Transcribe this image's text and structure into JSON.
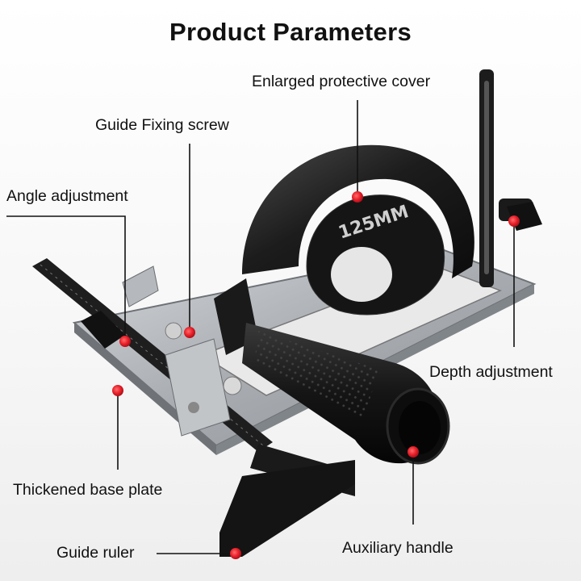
{
  "title": "Product Parameters",
  "labels": {
    "enlarged_protective_cover": "Enlarged protective cover",
    "guide_fixing_screw": "Guide Fixing screw",
    "angle_adjustment": "Angle adjustment",
    "depth_adjustment": "Depth adjustment",
    "thickened_base_plate": "Thickened base plate",
    "guide_ruler": "Guide ruler",
    "auxiliary_handle": "Auxiliary handle"
  },
  "cover_marking": "125MM",
  "colors": {
    "marker": "#e8202a",
    "leader": "#111111",
    "plate": "#b9bcc0",
    "black_part": "#1a1a1a"
  }
}
